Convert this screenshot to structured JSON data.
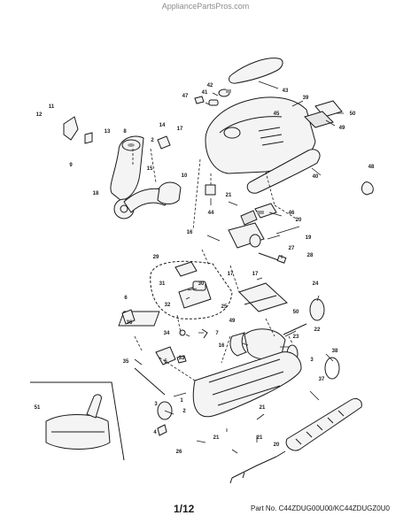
{
  "header": {
    "watermark": "AppliancePartsPros.com"
  },
  "footer": {
    "page": "1/12",
    "part_number": "Part No. C44ZDUG00U00/KC44ZDUGZ0U0"
  },
  "callouts": [
    "1",
    "2",
    "3",
    "4",
    "5",
    "6",
    "7",
    "8",
    "9",
    "10",
    "11",
    "12",
    "13",
    "14",
    "15",
    "16",
    "17",
    "18",
    "19",
    "20",
    "21",
    "22",
    "23",
    "24",
    "25",
    "26",
    "27",
    "28",
    "29",
    "30",
    "31",
    "32",
    "33",
    "34",
    "35",
    "36",
    "37",
    "38",
    "39",
    "40",
    "41",
    "42",
    "43",
    "44",
    "45",
    "46",
    "47",
    "48",
    "49",
    "50",
    "51"
  ],
  "colors": {
    "line": "#1a1a1a",
    "part_fill": "#f4f4f4",
    "shade": "#9a9a9a",
    "watermark": "#8c8c8c"
  }
}
